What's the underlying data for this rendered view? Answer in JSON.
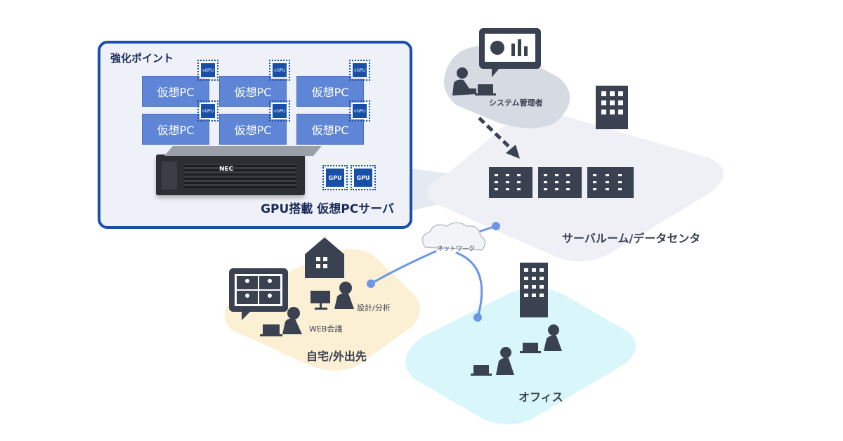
{
  "callout": {
    "title": "強化ポイント",
    "subtitle": "GPU搭載 仮想PCサーバ",
    "vpc_label": "仮想PC",
    "vgpu_label": "vGPU",
    "gpu_label": "GPU",
    "server_brand": "NEC"
  },
  "zones": {
    "server_room": "サーバルーム/データセンタ",
    "home": "自宅/外出先",
    "office": "オフィス"
  },
  "labels": {
    "admin": "システム管理者",
    "network": "ネットワーク",
    "design": "設計/分析",
    "web_meeting": "WEB会議"
  },
  "colors": {
    "accent": "#1a4fa8",
    "server_zone": "#eef0f6",
    "home_zone": "#fbf0d4",
    "office_zone": "#d9f7fb",
    "admin_zone": "#d6dae3",
    "icon": "#3a4150",
    "network_line": "#6b96e6"
  }
}
